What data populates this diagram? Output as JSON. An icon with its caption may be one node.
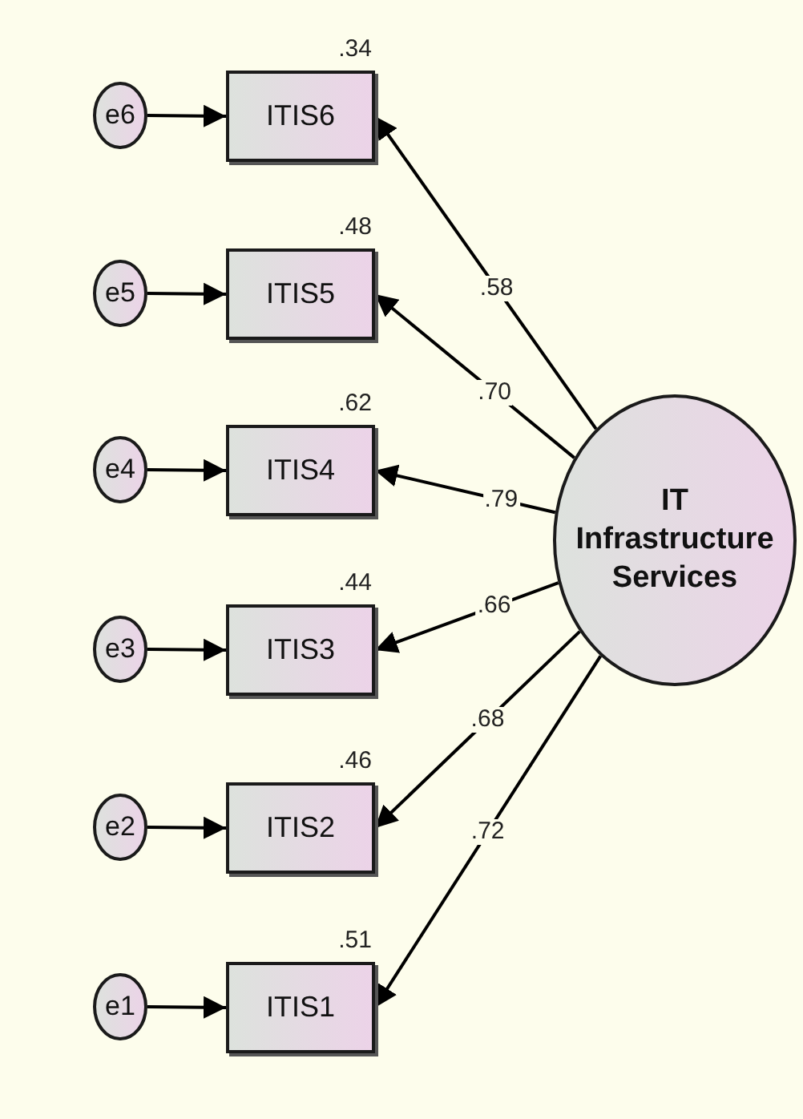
{
  "diagram": {
    "nodes": [
      {
        "text": [
          "e6"
        ]
      },
      {
        "text": [
          "ITIS6"
        ],
        "beside": [
          ".34"
        ]
      },
      {
        "text": [
          "e5"
        ]
      },
      {
        "text": [
          "ITIS5"
        ],
        "beside": [
          ".48"
        ]
      },
      {
        "text": [
          "e4"
        ]
      },
      {
        "text": [
          "ITIS4"
        ],
        "beside": [
          ".62"
        ]
      },
      {
        "text": [
          "IT Infrastructure Services"
        ]
      },
      {
        "text": [
          "e3"
        ]
      },
      {
        "text": [
          "ITIS3"
        ],
        "beside": [
          ".44"
        ]
      },
      {
        "text": [
          "e2"
        ]
      },
      {
        "text": [
          "ITIS2"
        ],
        "beside": [
          ".46"
        ]
      },
      {
        "text": [
          "e1"
        ]
      },
      {
        "text": [
          "ITIS1"
        ],
        "beside": [
          ".51"
        ]
      }
    ],
    "edges": [
      {
        "from": 0,
        "to": 1,
        "arrow": "to"
      },
      {
        "from": 2,
        "to": 3,
        "arrow": "to"
      },
      {
        "from": 4,
        "to": 5,
        "arrow": "to"
      },
      {
        "from": 7,
        "to": 8,
        "arrow": "to"
      },
      {
        "from": 9,
        "to": 10,
        "arrow": "to"
      },
      {
        "from": 11,
        "to": 12,
        "arrow": "to"
      },
      {
        "from": 6,
        "to": 1,
        "arrow": "to",
        "label": ".58"
      },
      {
        "from": 6,
        "to": 3,
        "arrow": "to",
        "label": ".70"
      },
      {
        "from": 6,
        "to": 5,
        "arrow": "to",
        "label": ".79"
      },
      {
        "from": 6,
        "to": 8,
        "arrow": "to",
        "label": ".66"
      },
      {
        "from": 6,
        "to": 10,
        "arrow": "to",
        "label": ".68"
      },
      {
        "from": 6,
        "to": 12,
        "arrow": "to",
        "label": ".72"
      }
    ]
  }
}
